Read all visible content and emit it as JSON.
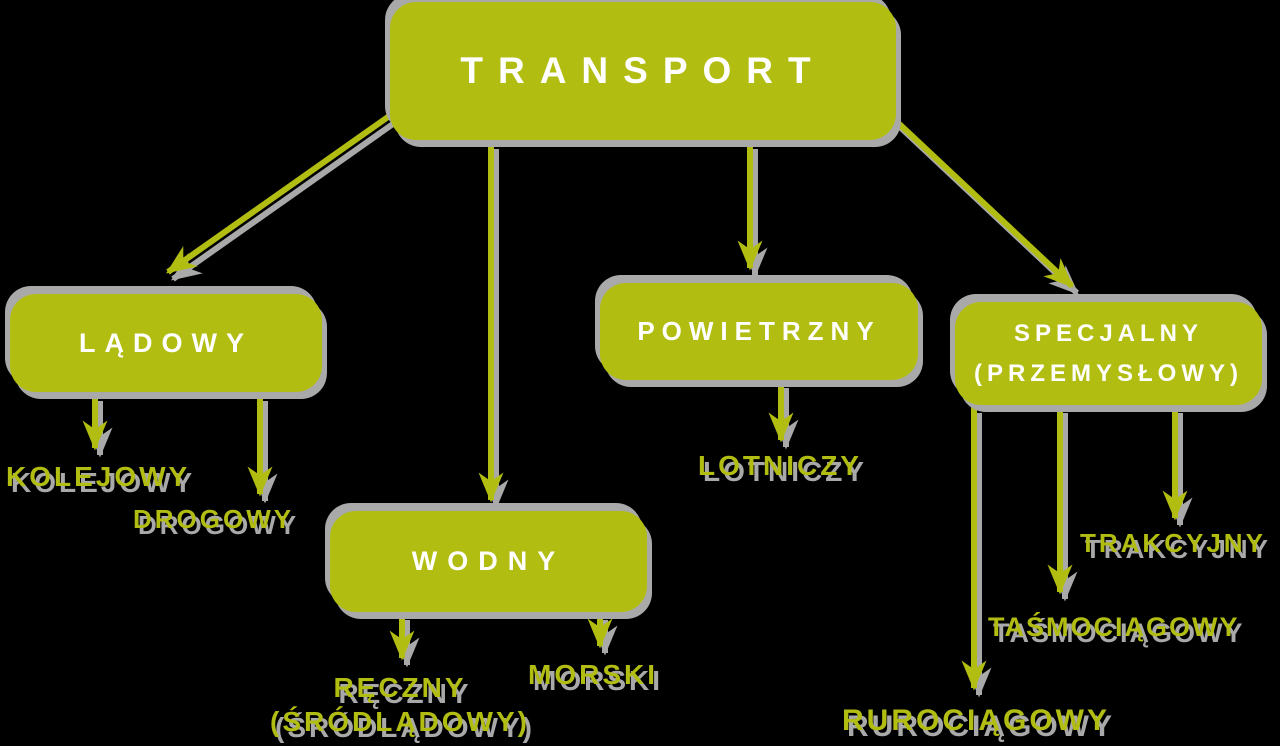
{
  "colors": {
    "green": "#b2bd12",
    "shadow": "#a9a9a9",
    "boxtext": "#ffffff",
    "bg": "#000000"
  },
  "nodes": {
    "transport": "TRANSPORT",
    "ladowy": "LĄDOWY",
    "wodny": "WODNY",
    "powietrzny": "POWIETRZNY",
    "specjalny_line1": "SPECJALNY",
    "specjalny_line2": "(PRZEMYSŁOWY)",
    "kolejowy": "KOLEJOWY",
    "drogowy": "DROGOWY",
    "lotniczy": "LOTNICZY",
    "morski": "MORSKI",
    "reczny_line1": "RĘCZNY",
    "reczny_line2": "(ŚRÓDLĄDOWY)",
    "trakcyjny": "TRAKCYJNY",
    "tasmociagowy": "TAŚMOCIĄGOWY",
    "rurociagowy": "RUROCIĄGOWY"
  },
  "edges": [
    {
      "from": "transport",
      "to": "ladowy"
    },
    {
      "from": "transport",
      "to": "wodny"
    },
    {
      "from": "transport",
      "to": "powietrzny"
    },
    {
      "from": "transport",
      "to": "specjalny"
    },
    {
      "from": "ladowy",
      "to": "kolejowy"
    },
    {
      "from": "ladowy",
      "to": "drogowy"
    },
    {
      "from": "wodny",
      "to": "reczny"
    },
    {
      "from": "wodny",
      "to": "morski"
    },
    {
      "from": "powietrzny",
      "to": "lotniczy"
    },
    {
      "from": "specjalny",
      "to": "rurociagowy"
    },
    {
      "from": "specjalny",
      "to": "tasmociagowy"
    },
    {
      "from": "specjalny",
      "to": "trakcyjny"
    }
  ]
}
